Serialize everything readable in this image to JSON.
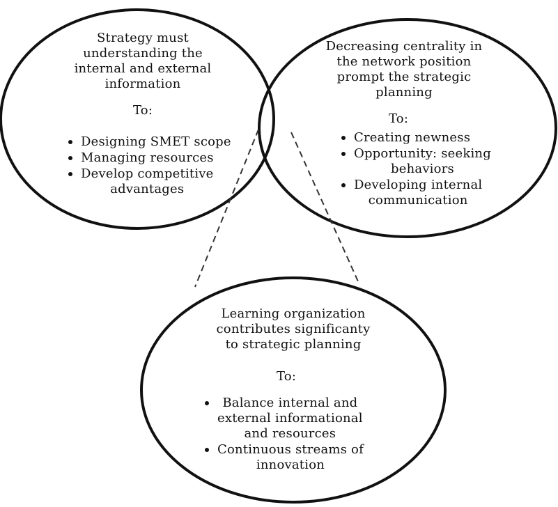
{
  "colors": {
    "stroke": "#111111",
    "background": "#ffffff"
  },
  "circles": [
    {
      "id": "strategy",
      "heading": [
        "Strategy must",
        "understanding the",
        "internal and external",
        "information"
      ],
      "to_label": "To:",
      "bullets": [
        [
          "Designing SMET scope"
        ],
        [
          "Managing resources"
        ],
        [
          "Develop competitive",
          "advantages"
        ]
      ]
    },
    {
      "id": "network",
      "heading": [
        "Decreasing centrality in",
        "the network position",
        "prompt the strategic",
        "planning"
      ],
      "to_label": "To:",
      "bullets": [
        [
          "Creating newness"
        ],
        [
          "Opportunity: seeking",
          "behaviors"
        ],
        [
          "Developing internal",
          "communication"
        ]
      ]
    },
    {
      "id": "learning",
      "heading": [
        "Learning organization",
        "contributes significanty",
        "to strategic planning"
      ],
      "to_label": "To:",
      "bullets": [
        [
          "Balance internal and",
          "external informational",
          "and resources"
        ],
        [
          "Continuous streams of",
          "innovation"
        ]
      ]
    }
  ]
}
